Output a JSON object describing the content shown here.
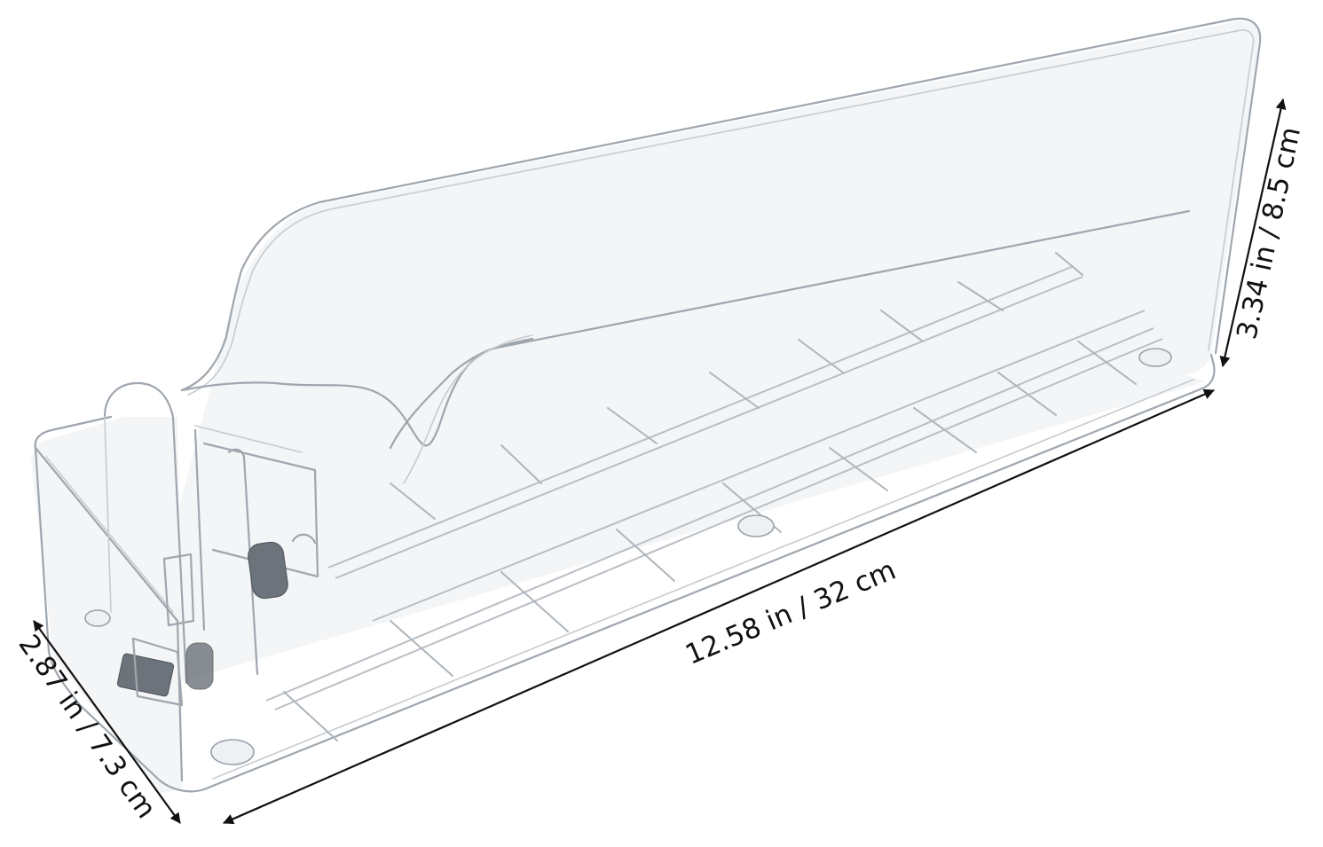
{
  "product": {
    "icon": "clear-bottle-organizer-bin"
  },
  "dimensions": {
    "length": "12.58 in / 32 cm",
    "height": "3.34 in / 8.5 cm",
    "width": "2.87 in / 7.3 cm"
  }
}
